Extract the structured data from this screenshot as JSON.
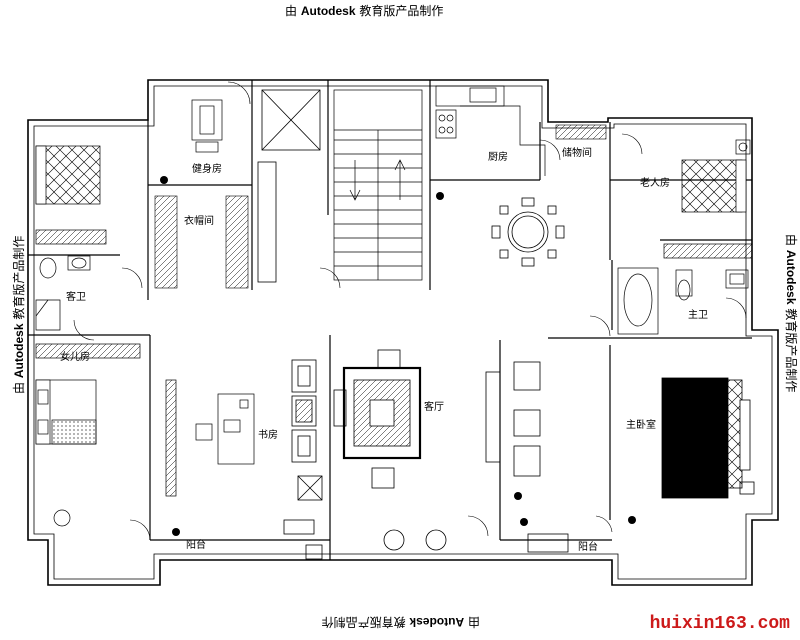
{
  "watermark": {
    "prefix": "由",
    "brand": "Autodesk",
    "suffix": "教育版产品制作"
  },
  "site": "huixin163.com",
  "rooms": {
    "gym": "健身房",
    "closet": "衣帽间",
    "kitchen": "厨房",
    "storage": "储物间",
    "elder": "老人房",
    "guest_bath": "客卫",
    "daughter": "女儿房",
    "study": "书房",
    "living": "客厅",
    "master_bath": "主卫",
    "master_bed": "主卧室",
    "balcony_left": "阳台",
    "balcony_right": "阳台"
  },
  "colors": {
    "line": "#000000",
    "accent": "#cc1a1a"
  }
}
